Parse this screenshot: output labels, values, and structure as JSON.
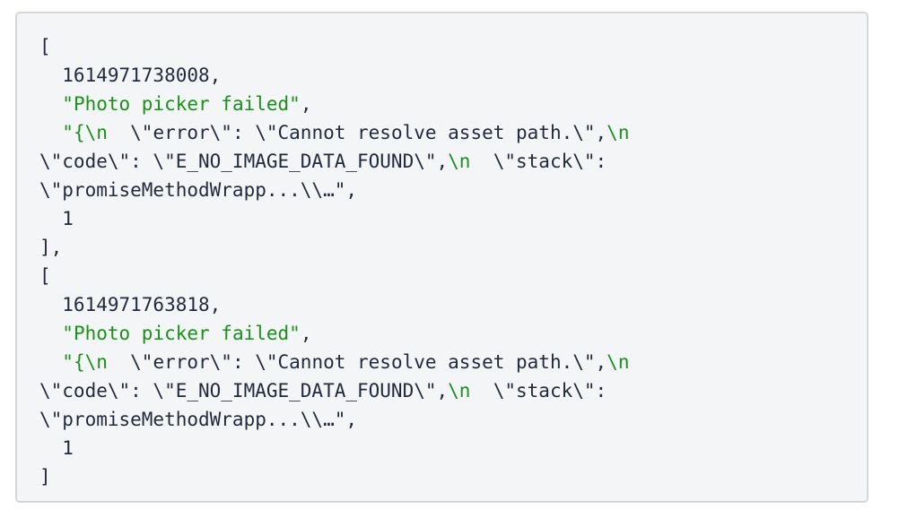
{
  "code_block": {
    "lines": [
      [
        {
          "t": "[",
          "k": "plain"
        }
      ],
      [
        {
          "t": "  1614971738008,",
          "k": "plain"
        }
      ],
      [
        {
          "t": "  ",
          "k": "plain"
        },
        {
          "t": "\"Photo picker failed\"",
          "k": "str"
        },
        {
          "t": ",",
          "k": "plain"
        }
      ],
      [
        {
          "t": "  ",
          "k": "plain"
        },
        {
          "t": "\"{\\n",
          "k": "str"
        },
        {
          "t": "  \\\"error\\\": \\\"Cannot resolve asset path.\\\",",
          "k": "plain"
        },
        {
          "t": "\\n",
          "k": "str"
        }
      ],
      [
        {
          "t": "\\\"code\\\": \\\"E_NO_IMAGE_DATA_FOUND\\\",",
          "k": "plain"
        },
        {
          "t": "\\n",
          "k": "str"
        },
        {
          "t": "  \\\"stack\\\":",
          "k": "plain"
        }
      ],
      [
        {
          "t": "\\\"promiseMethodWrapp...\\\\…\",",
          "k": "plain"
        }
      ],
      [
        {
          "t": "  1",
          "k": "plain"
        }
      ],
      [
        {
          "t": "],",
          "k": "plain"
        }
      ],
      [
        {
          "t": "[",
          "k": "plain"
        }
      ],
      [
        {
          "t": "  1614971763818,",
          "k": "plain"
        }
      ],
      [
        {
          "t": "  ",
          "k": "plain"
        },
        {
          "t": "\"Photo picker failed\"",
          "k": "str"
        },
        {
          "t": ",",
          "k": "plain"
        }
      ],
      [
        {
          "t": "  ",
          "k": "plain"
        },
        {
          "t": "\"{\\n",
          "k": "str"
        },
        {
          "t": "  \\\"error\\\": \\\"Cannot resolve asset path.\\\",",
          "k": "plain"
        },
        {
          "t": "\\n",
          "k": "str"
        }
      ],
      [
        {
          "t": "\\\"code\\\": \\\"E_NO_IMAGE_DATA_FOUND\\\",",
          "k": "plain"
        },
        {
          "t": "\\n",
          "k": "str"
        },
        {
          "t": "  \\\"stack\\\":",
          "k": "plain"
        }
      ],
      [
        {
          "t": "\\\"promiseMethodWrapp...\\\\…\",",
          "k": "plain"
        }
      ],
      [
        {
          "t": "  1",
          "k": "plain"
        }
      ],
      [
        {
          "t": "]",
          "k": "plain"
        }
      ]
    ]
  },
  "colors": {
    "string": "#1a8f1a",
    "text": "#1f2a3d",
    "background": "#f4f5f7",
    "border": "#d3d7dc"
  }
}
